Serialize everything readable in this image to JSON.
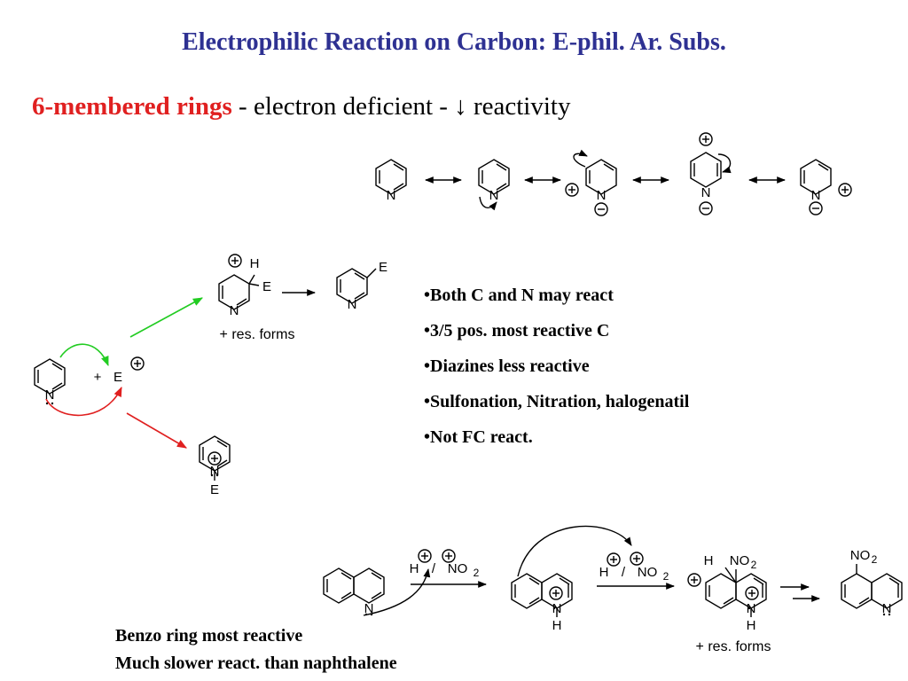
{
  "title": "Electrophilic Reaction on Carbon: E-phil. Ar. Subs.",
  "subtitle": {
    "highlight": "6-membered rings",
    "rest": " - electron deficient - ↓ reactivity"
  },
  "atoms": {
    "N": "N",
    "E": "E",
    "H": "H",
    "plus": "+",
    "slash": "/",
    "NO": "NO",
    "two": "2"
  },
  "labels": {
    "res_forms": "+ res. forms"
  },
  "bullets": [
    "•Both C and N may react",
    "•3/5 pos. most reactive C",
    "•Diazines less reactive",
    "•Sulfonation, Nitration, halogenatil",
    "•Not FC react."
  ],
  "notes": [
    "Benzo ring most reactive",
    "Much slower react. than naphthalene"
  ],
  "colors": {
    "title": "#2e3192",
    "highlight": "#e02020",
    "green_arrow": "#22cc22",
    "red_arrow": "#e02020"
  }
}
